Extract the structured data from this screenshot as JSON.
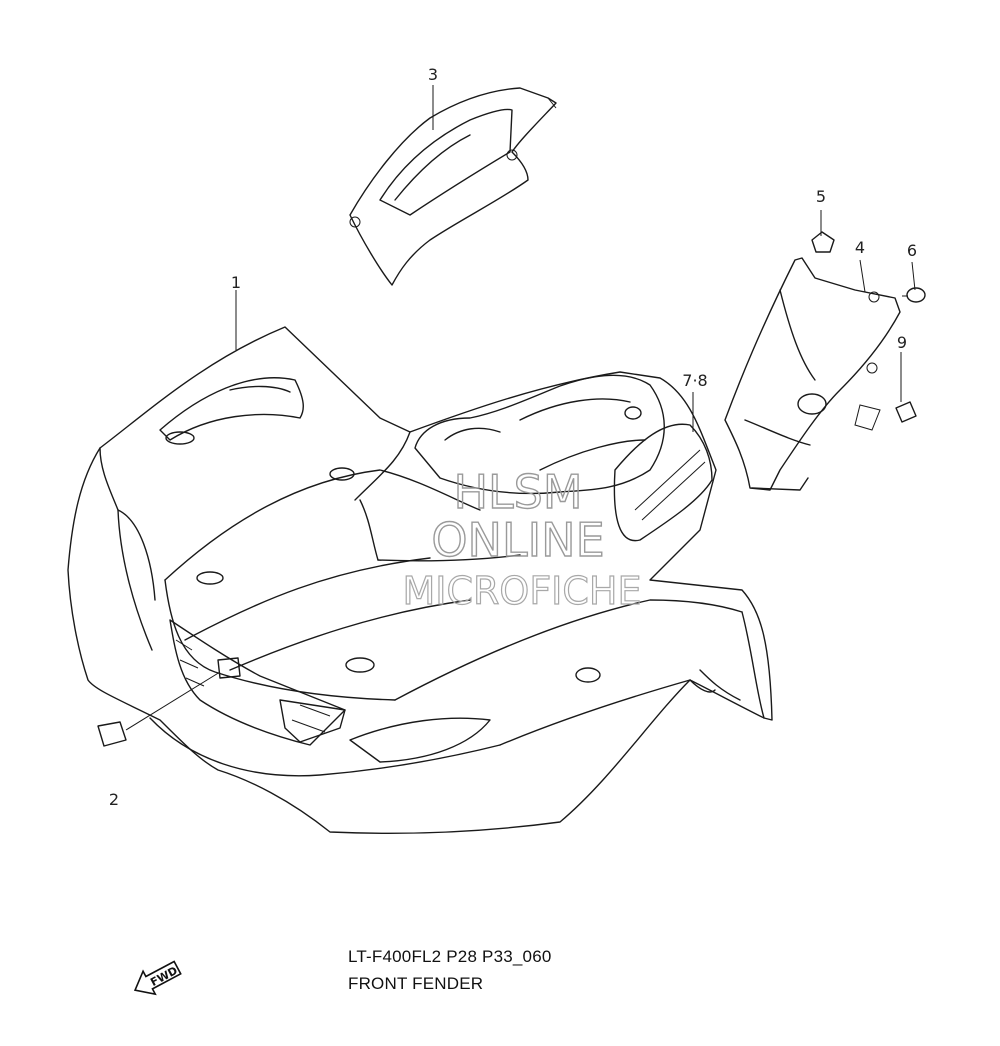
{
  "callouts": {
    "c1": "1",
    "c2": "2",
    "c3": "3",
    "c4": "4",
    "c5": "5",
    "c6": "6",
    "c78": "7·8",
    "c9": "9"
  },
  "watermark": {
    "line1": "HLSM",
    "line2": "ONLINE",
    "line3": "MICROFICHE"
  },
  "fwd_label": "FWD",
  "caption": {
    "code": "LT-F400FL2 P28 P33_060",
    "title": "FRONT FENDER"
  },
  "icons": {
    "fwd": "fwd-arrow-icon"
  }
}
